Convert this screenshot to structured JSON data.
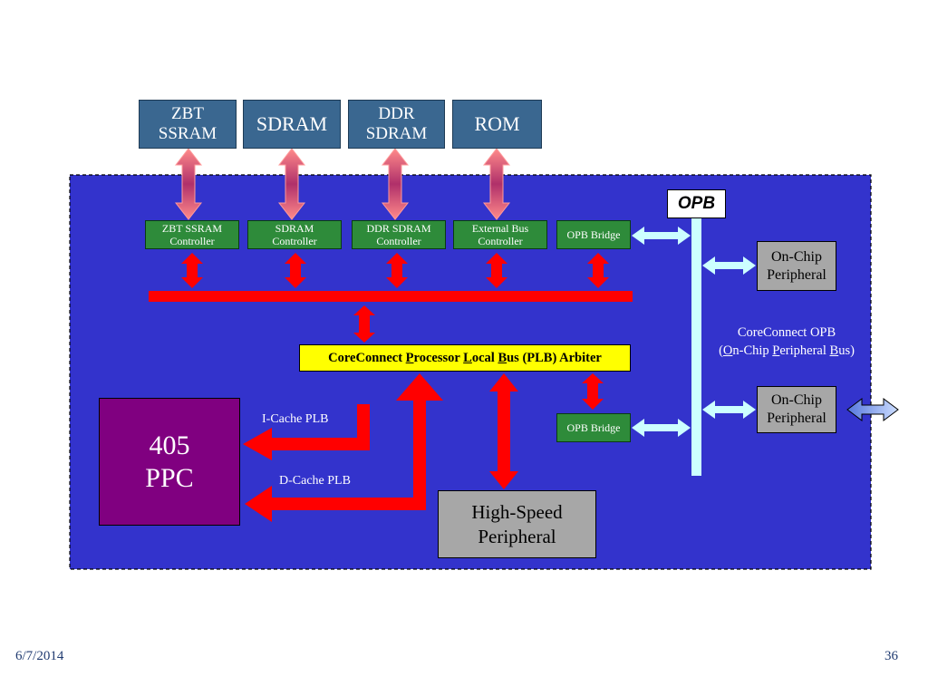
{
  "colors": {
    "region_blue": "#3333cc",
    "memory_box": "#3a6790",
    "controller_green": "#2e8b3a",
    "plb_red": "#ff0000",
    "memory_arrow": "#ff8a8a",
    "opb_light": "#ccffff",
    "arbiter_yellow": "#ffff00",
    "ppc_purple": "#800080",
    "peripheral_gray": "#a7a7a7"
  },
  "memories": [
    {
      "label": "ZBT\nSSRAM"
    },
    {
      "label": "SDRAM"
    },
    {
      "label": "DDR\nSDRAM"
    },
    {
      "label": "ROM"
    }
  ],
  "controllers": [
    {
      "label": "ZBT SSRAM\nController"
    },
    {
      "label": "SDRAM\nController"
    },
    {
      "label": "DDR SDRAM\nController"
    },
    {
      "label": "External Bus\nController"
    },
    {
      "label": "OPB Bridge"
    }
  ],
  "opb_bridge_lower": "OPB Bridge",
  "opb_label": "OPB",
  "arbiter": {
    "pre": "CoreConnect ",
    "p": "P",
    "rocessor": "rocessor ",
    "l": "L",
    "ocal": "ocal ",
    "b": "B",
    "us": "us (PLB) Arbiter"
  },
  "ppc": "405\nPPC",
  "icache_label": "I-Cache PLB",
  "dcache_label": "D-Cache PLB",
  "high_speed": "High-Speed\nPeripheral",
  "on_chip_1": "On-Chip\nPeripheral",
  "on_chip_2": "On-Chip\nPeripheral",
  "coreconnect_opb": {
    "line1": "CoreConnect OPB",
    "open": "(",
    "o": "O",
    "n_chip": "n-Chip ",
    "p": "P",
    "eripheral": "eripheral ",
    "b": "B",
    "us": "us)"
  },
  "footer": {
    "date": "6/7/2014",
    "page": "36"
  }
}
